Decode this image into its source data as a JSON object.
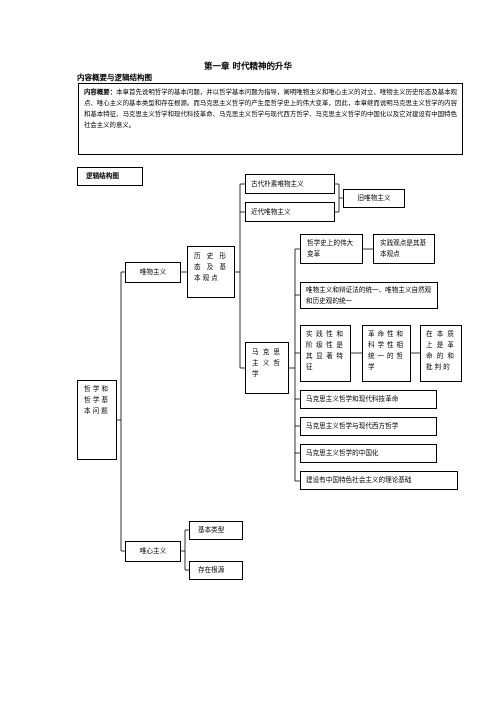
{
  "page": {
    "title": "第一章  时代精神的升华",
    "section_heading": "内容概要与逻辑结构图"
  },
  "summary": {
    "label": "内容概要：",
    "text": "本章首先说明哲学的基本问题，并以哲学基本问题为指导，阐明唯物主义和唯心主义的对立、唯物主义历史形态及基本观点、唯心主义的基本类型和存在根源。而马克思主义哲学的产生是哲学史上的伟大变革，因此，本章继而说明马克思主义哲学的内容和基本特征、马克思主义哲学和现代科技革命、马克思主义哲学与现代西方哲学、马克思主义哲学的中国化以及它对建设有中国特色社会主义的意义。"
  },
  "diagram": {
    "heading": "逻辑结构图",
    "root": "哲学和哲学基本问题",
    "materialism": "唯物主义",
    "idealism": "唯心主义",
    "history_forms": "历史形态及基本观点",
    "ancient": "古代朴素唯物主义",
    "modern": "近代唯物主义",
    "old_materialism": "旧唯物主义",
    "marxism": "马克思主义哲学",
    "great_change": "哲学史上的伟大变革",
    "practice_view": "实践观点是其基本观点",
    "unity": "唯物主义和辩证法的统一、唯物主义自然观和历史观的统一",
    "practical_class": "实践性和阶级性是其显著特征",
    "revolutionary_scientific": "革命性和科学性相统一的哲学",
    "critical": "在本质上是革命的和批判的",
    "tech_revolution": "马克思主义哲学和现代科技革命",
    "western": "马克思主义哲学与现代西方哲学",
    "sinicization": "马克思主义哲学的中国化",
    "socialism": "建设有中国特色社会主义的理论基础",
    "basic_types": "基本类型",
    "roots": "存在根源"
  }
}
